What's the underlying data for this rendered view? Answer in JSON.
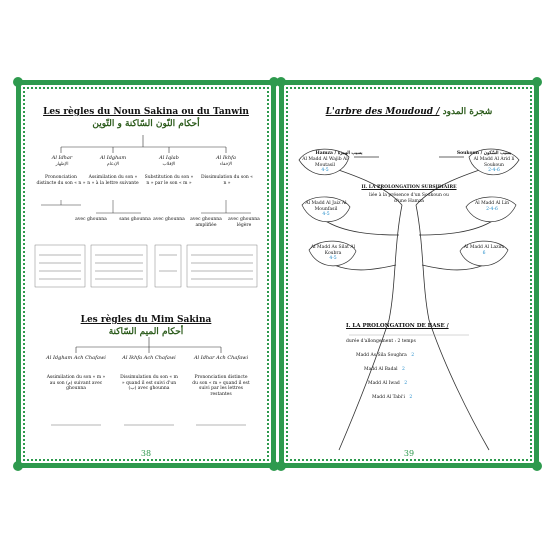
{
  "left_page": {
    "title": "Les règles du Noun Sakina ou du Tanwin",
    "arabic_title": "أحكام النّون السّاكنة و التّوين",
    "rules": [
      {
        "name": "Al Idhar",
        "ar": "الإظهار",
        "desc": "Prononciation distincte du son « n »"
      },
      {
        "name": "Al Idgham",
        "ar": "الإدغام",
        "desc": "Assimilation du son « n » à la lettre suivante"
      },
      {
        "name": "Al Iqlab",
        "ar": "الإقلاب",
        "desc": "Substitution du son « n » par le son « m »"
      },
      {
        "name": "Al Ikhfa",
        "ar": "الإخفاء",
        "desc": "Dissimulation du son « n »"
      }
    ],
    "sub_labels": [
      "avec ghounna",
      "sans ghounna",
      "avec ghounna",
      "avec ghounna amplifiée",
      "avec ghounna légère"
    ],
    "mim_title": "Les règles du Mim Sakina",
    "mim_arabic_title": "أحكام الميم السّاكنة",
    "mim_rules": [
      {
        "name": "Al Idgham Ach Chafawi",
        "desc": "Assimilation du son « m » au son (م) suivant avec ghounna"
      },
      {
        "name": "Al Ikhfa Ach Chafawi",
        "desc": "Dissimulation du son « m » quand il est suivi d'un (ب) avec ghounna"
      },
      {
        "name": "Al Idhar Ach Chafawi",
        "desc": "Prononciation distincte du son « m » quand il est suivi par les lettres restantes"
      }
    ],
    "page_number": "38"
  },
  "right_page": {
    "title": "L'arbre des Moudoud /",
    "arabic_title": "شجرة المدود",
    "hamza_label": "Hamza / بسبب الهمزة",
    "soukoun_label": "Soukoun / بسبب السّكون",
    "subsidiary_title": "II. LA PROLONGATION SUBSIDIAIRE",
    "subsidiary_desc": "liée à la présence d'un Soukoun ou d'une Hamza",
    "left_leaves": [
      {
        "name": "Al Madd Al Wajib Al Moutasil",
        "num": "4-5"
      },
      {
        "name": "Al Madd Al Jaiz Al Mounfasil",
        "num": "4-5"
      },
      {
        "name": "Al Madd As Silat Al Koubra",
        "num": "4-5"
      }
    ],
    "right_leaves": [
      {
        "name": "Al Madd Al Arid li Soukoun",
        "num": "2-4-6"
      },
      {
        "name": "Al Madd Al Lin",
        "num": "2-4-6"
      },
      {
        "name": "Al Madd Al Lazim",
        "num": "6"
      }
    ],
    "base_title": "I. LA PROLONGATION DE BASE /",
    "base_desc": "durée d'allongement : 2 temps",
    "base_items": [
      {
        "name": "Madd As Sila Soughra",
        "num": "2"
      },
      {
        "name": "Madd Al Badal",
        "num": "2"
      },
      {
        "name": "Madd Al Iwad",
        "num": "2"
      },
      {
        "name": "Madd Al Tabi'i",
        "num": "2"
      }
    ],
    "page_number": "39"
  },
  "colors": {
    "border": "#2e9a4e",
    "accent_number": "#1a88c9",
    "arabic_title": "#2e5d1e"
  }
}
